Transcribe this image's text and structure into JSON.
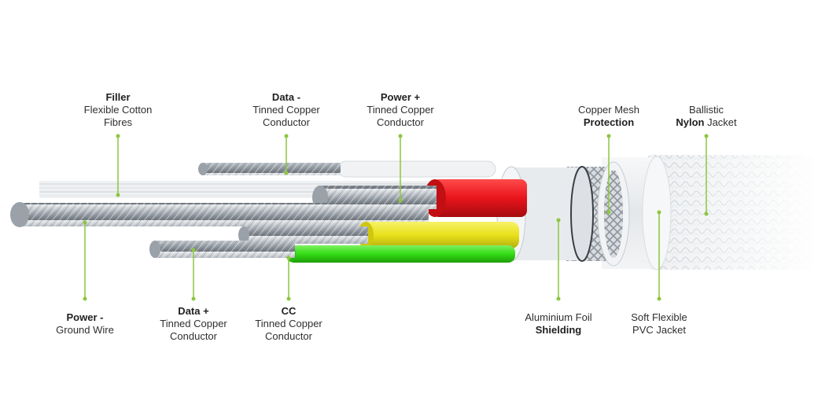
{
  "colors": {
    "leader": "#8cc63f",
    "red_insulation": "#e8141b",
    "yellow_insulation": "#e8e01a",
    "green_insulation": "#33dd14",
    "jacket": "#eef0f2",
    "wire": "#b6bcc2"
  },
  "labels": {
    "filler": {
      "title": "Filler",
      "line1": "Flexible Cotton",
      "line2": "Fibres"
    },
    "data_minus": {
      "title": "Data -",
      "line1": "Tinned Copper",
      "line2": "Conductor"
    },
    "power_plus": {
      "title": "Power +",
      "line1": "Tinned Copper",
      "line2": "Conductor"
    },
    "copper_mesh": {
      "line1": "Copper Mesh",
      "bold": "Protection"
    },
    "nylon": {
      "line1": "Ballistic",
      "bold": "Nylon",
      "rest": " Jacket"
    },
    "power_minus": {
      "title": "Power -",
      "line1": "Ground Wire"
    },
    "data_plus": {
      "title": "Data +",
      "line1": "Tinned Copper",
      "line2": "Conductor"
    },
    "cc": {
      "title": "CC",
      "line1": "Tinned Copper",
      "line2": "Conductor"
    },
    "foil": {
      "line1": "Aluminium Foil",
      "bold": "Shielding"
    },
    "pvc": {
      "line1": "Soft Flexible",
      "line2": "PVC Jacket"
    }
  }
}
